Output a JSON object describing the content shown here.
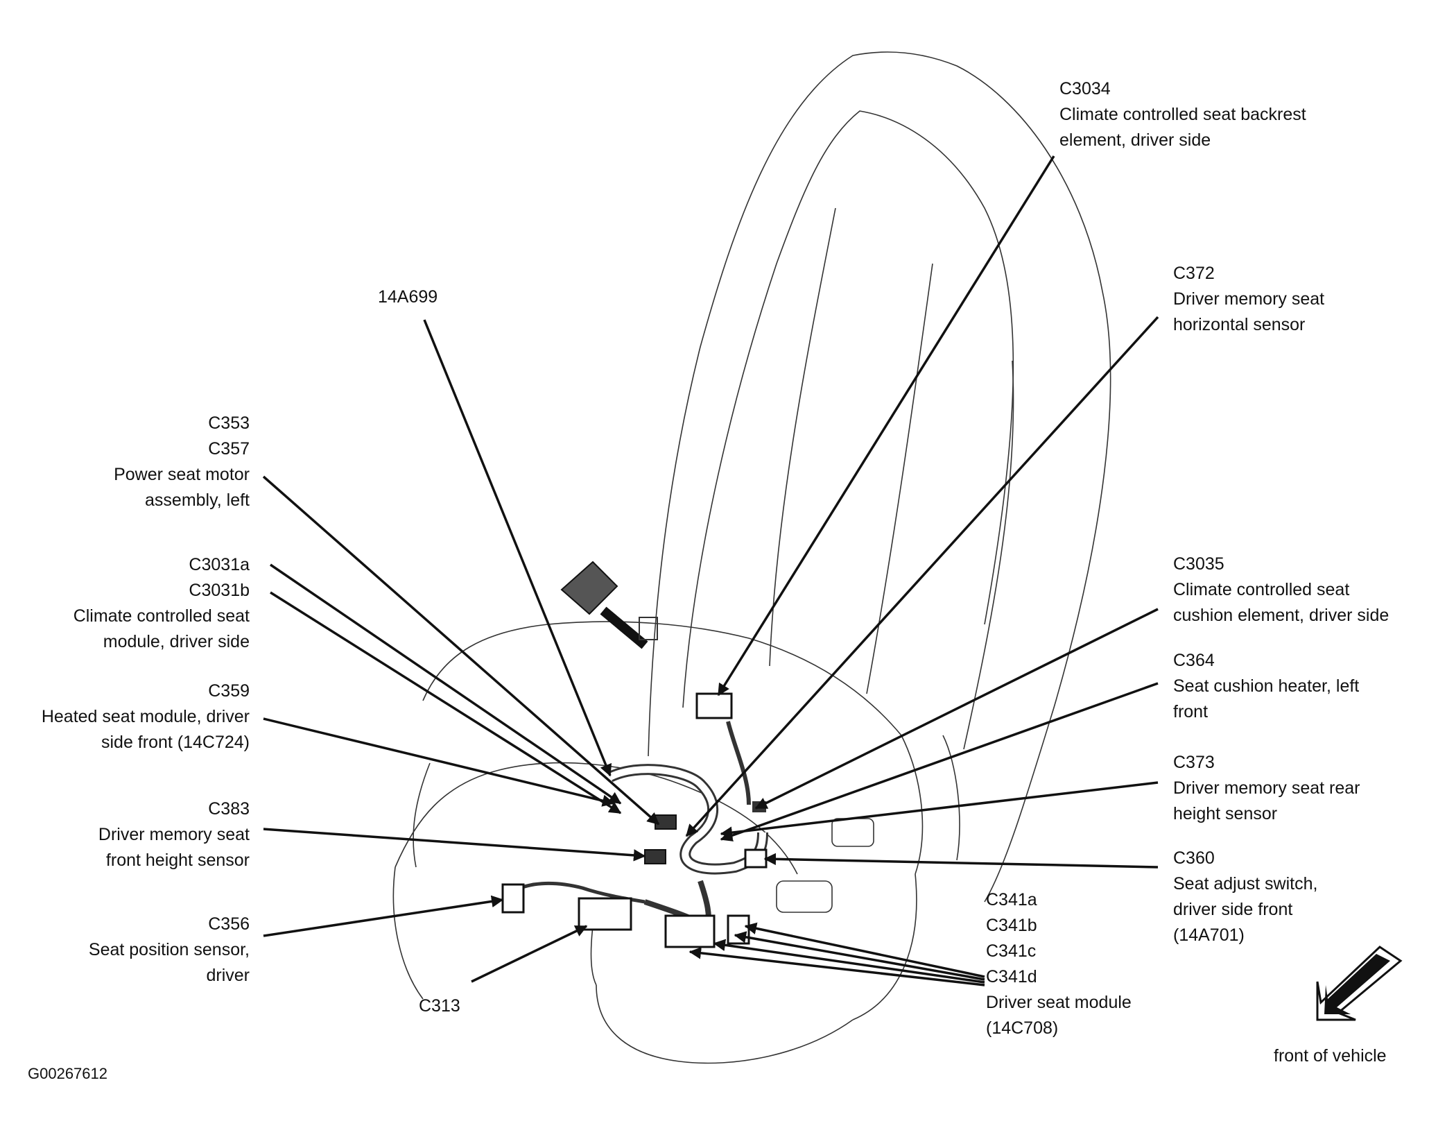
{
  "figure_id": "G00267612",
  "direction_label": "front of vehicle",
  "callouts": {
    "c3034": {
      "codes": [
        "C3034"
      ],
      "lines": [
        "Climate controlled seat backrest",
        "element, driver side"
      ]
    },
    "c372": {
      "codes": [
        "C372"
      ],
      "lines": [
        "Driver memory seat",
        "horizontal sensor"
      ]
    },
    "h14a699": {
      "codes": [
        "14A699"
      ],
      "lines": []
    },
    "c353": {
      "codes": [
        "C353",
        "C357"
      ],
      "lines": [
        "Power seat motor",
        "assembly, left"
      ]
    },
    "c3031": {
      "codes": [
        "C3031a",
        "C3031b"
      ],
      "lines": [
        "Climate controlled seat",
        "module, driver side"
      ]
    },
    "c359": {
      "codes": [
        "C359"
      ],
      "lines": [
        "Heated seat module, driver",
        "side front (14C724)"
      ]
    },
    "c383": {
      "codes": [
        "C383"
      ],
      "lines": [
        "Driver memory seat",
        "front height sensor"
      ]
    },
    "c356": {
      "codes": [
        "C356"
      ],
      "lines": [
        "Seat position sensor,",
        "driver"
      ]
    },
    "c313": {
      "codes": [
        "C313"
      ],
      "lines": []
    },
    "c3035": {
      "codes": [
        "C3035"
      ],
      "lines": [
        "Climate controlled seat",
        "cushion element, driver side"
      ]
    },
    "c364": {
      "codes": [
        "C364"
      ],
      "lines": [
        "Seat cushion heater, left",
        "front"
      ]
    },
    "c373": {
      "codes": [
        "C373"
      ],
      "lines": [
        "Driver memory seat rear",
        "height sensor"
      ]
    },
    "c360": {
      "codes": [
        "C360"
      ],
      "lines": [
        "Seat adjust switch,",
        "driver side front",
        "(14A701)"
      ]
    },
    "c341": {
      "codes": [
        "C341a",
        "C341b",
        "C341c",
        "C341d"
      ],
      "lines": [
        "Driver seat module",
        "(14C708)"
      ]
    }
  }
}
